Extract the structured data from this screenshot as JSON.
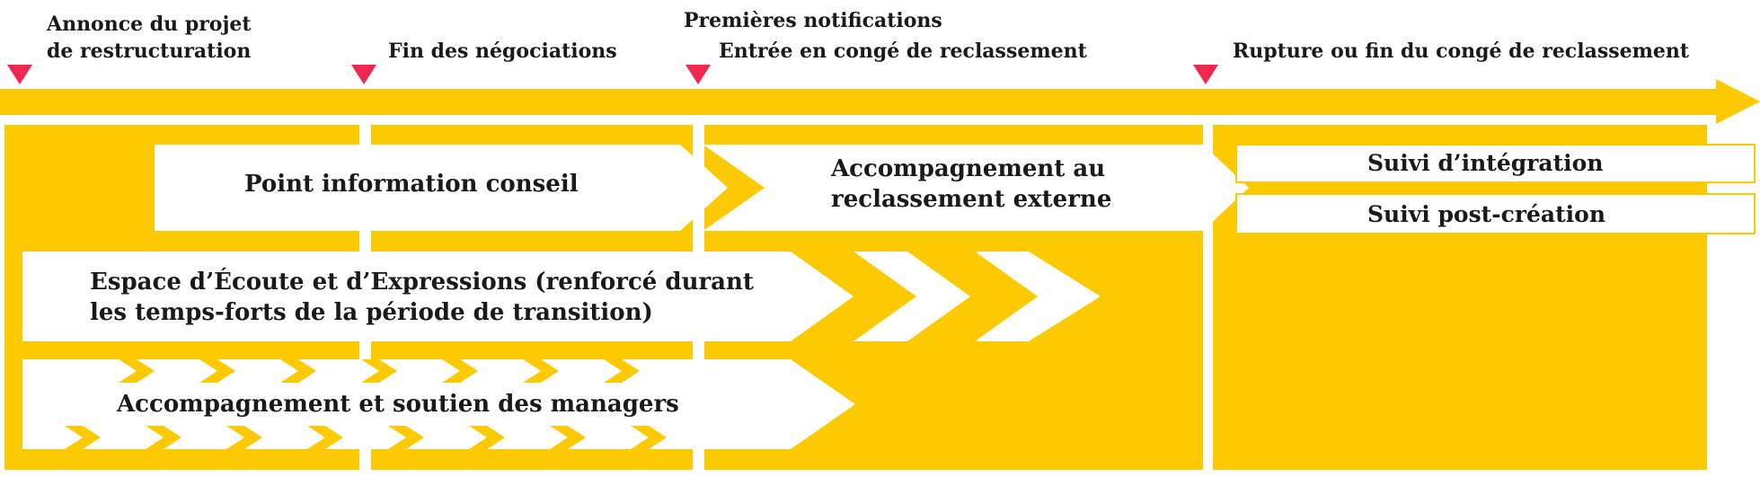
{
  "colors": {
    "yellow": "#fdc900",
    "marker": "#f0274f",
    "text": "#1a1a1a",
    "white": "#ffffff"
  },
  "milestones": {
    "m1": {
      "line1": "Annonce du projet",
      "line2": "de restructuration"
    },
    "m2": {
      "label": "Fin des négociations"
    },
    "m3": {
      "line1": "Premières notifications",
      "line2": "Entrée en congé de reclassement"
    },
    "m4": {
      "label": "Rupture ou fin du congé de reclassement"
    }
  },
  "phases": {
    "point_info": "Point information conseil",
    "accompagnement_reclassement": {
      "line1": "Accompagnement au",
      "line2": "reclassement externe"
    },
    "suivi_integration": "Suivi d’intégration",
    "suivi_post_creation": "Suivi post-création",
    "espace_ecoute": {
      "line1": "Espace d’Écoute et d’Expressions (renforcé durant",
      "line2": "les temps-forts de la période de transition)"
    },
    "managers": "Accompagnement et soutien des managers"
  }
}
